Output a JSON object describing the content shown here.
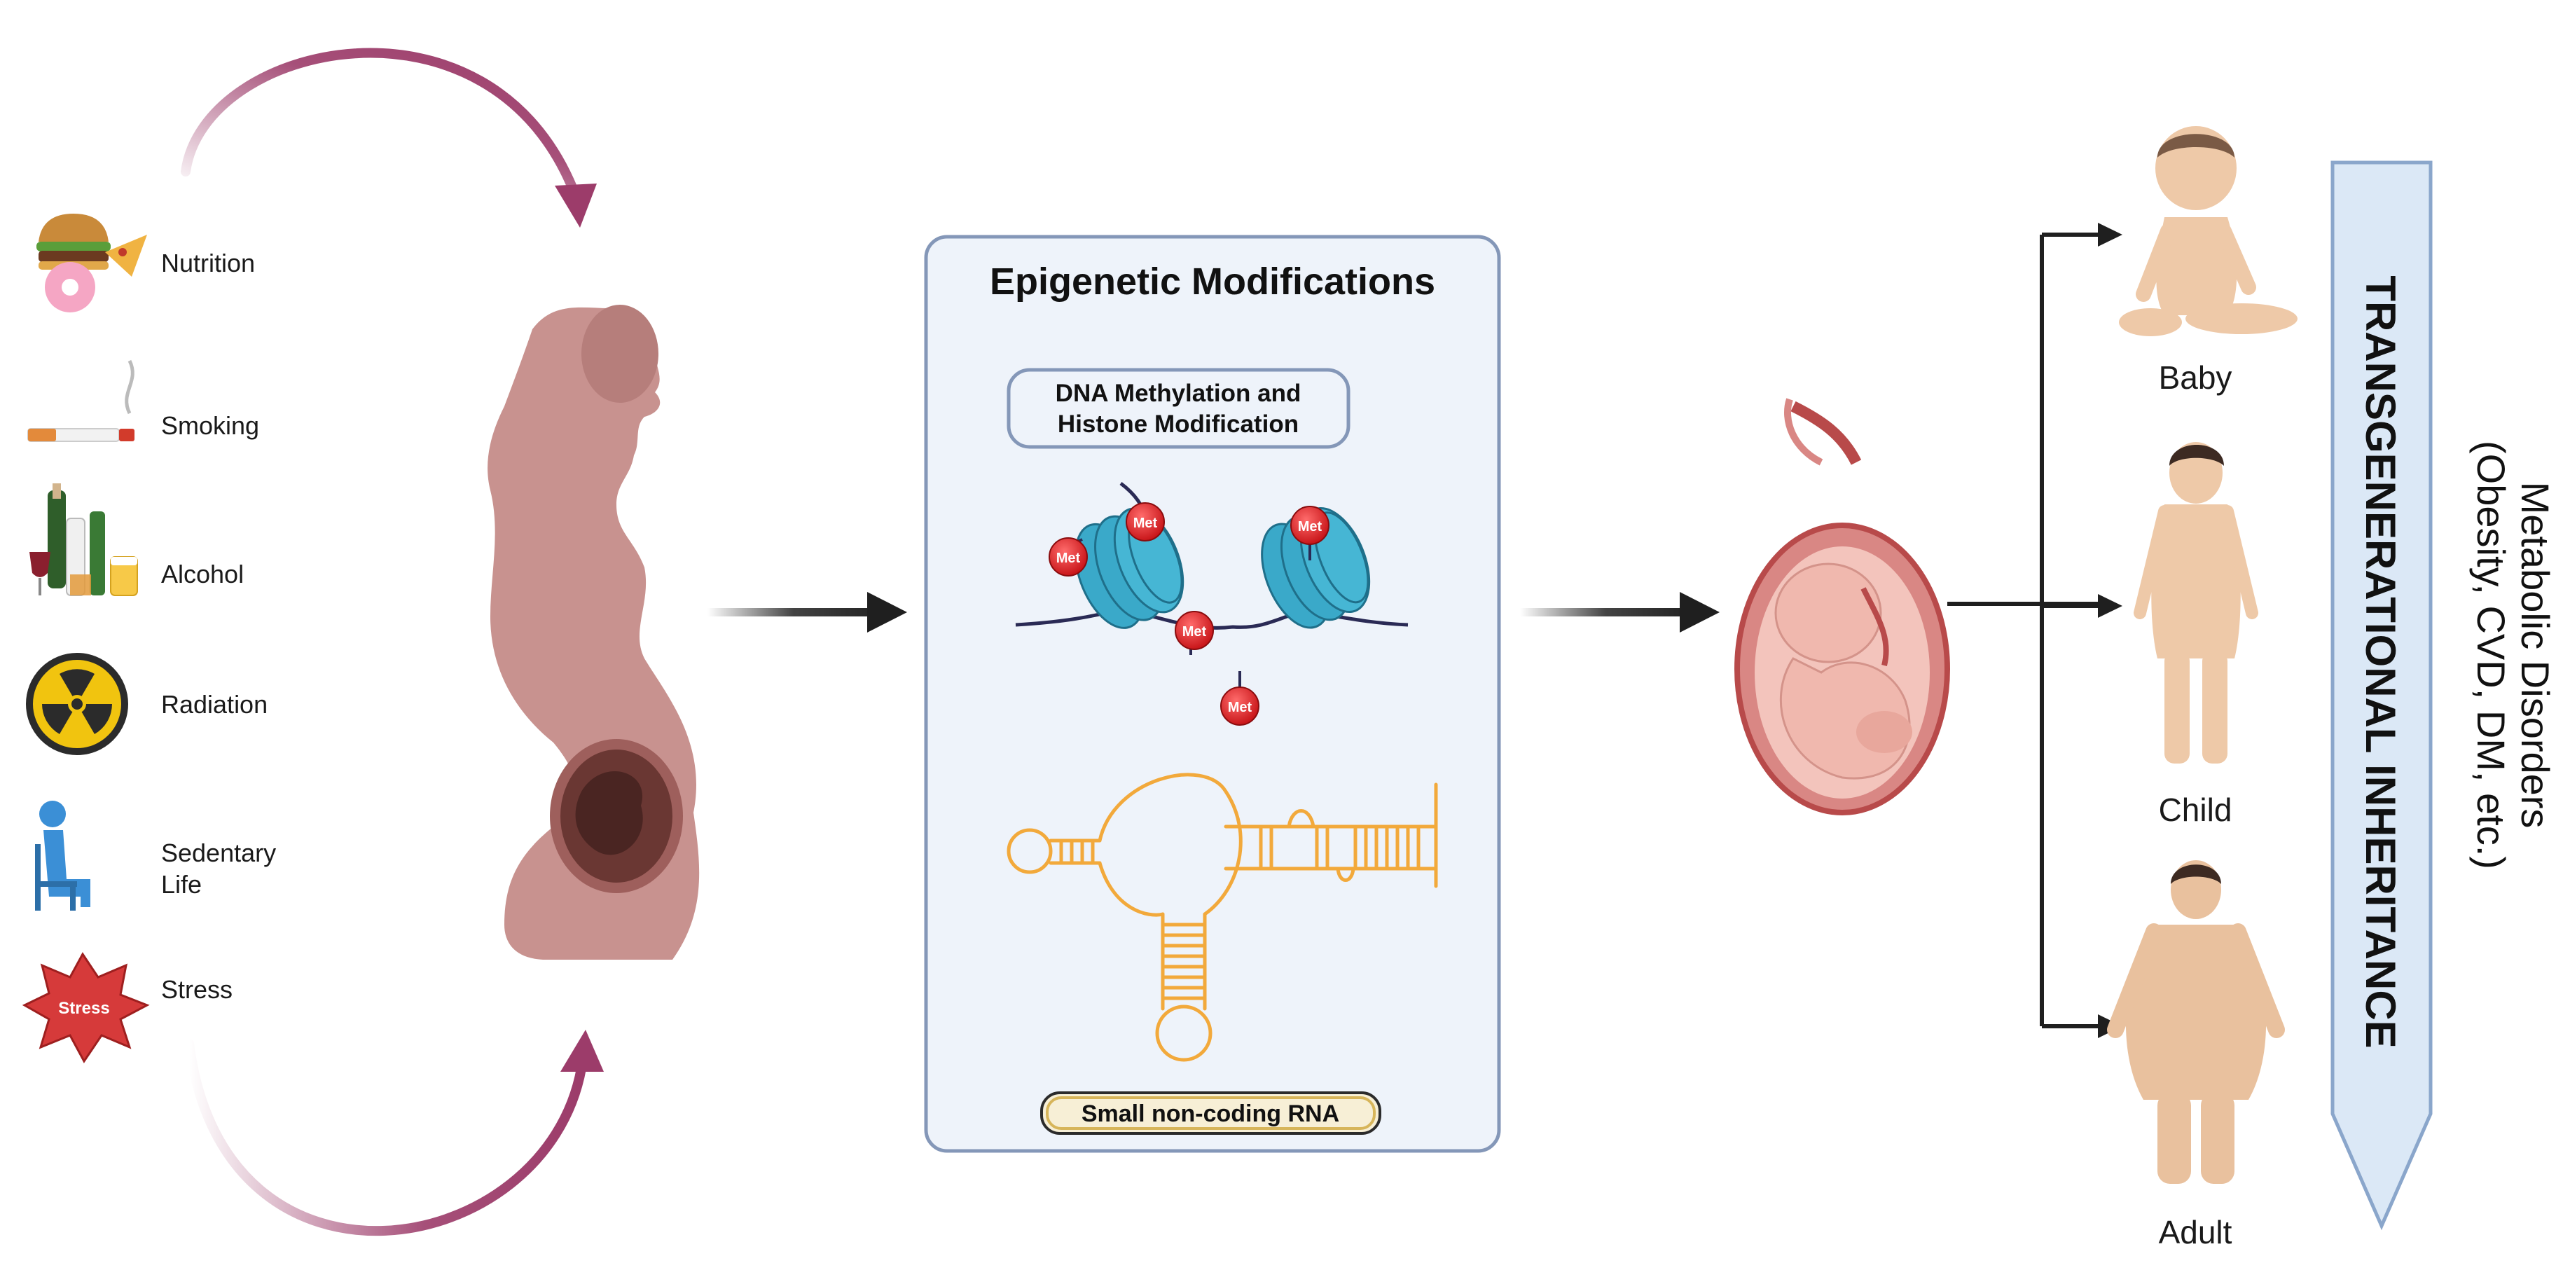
{
  "factors": [
    {
      "label": "Nutrition",
      "icon": "food-icon"
    },
    {
      "label": "Smoking",
      "icon": "cigarette-icon"
    },
    {
      "label": "Alcohol",
      "icon": "bottles-icon"
    },
    {
      "label": "Radiation",
      "icon": "radiation-icon"
    },
    {
      "label_line1": "Sedentary",
      "label_line2": "Life",
      "icon": "sitting-person-icon"
    },
    {
      "label": "Stress",
      "icon": "stress-burst-icon",
      "badge": "Stress"
    }
  ],
  "epigenetics": {
    "title": "Epigenetic Modifications",
    "dna_label_line1": "DNA Methylation and",
    "dna_label_line2": "Histone Modification",
    "met_tag": "Met",
    "rna_label": "Small non-coding RNA"
  },
  "offspring": [
    {
      "label": "Baby",
      "icon": "baby-icon"
    },
    {
      "label": "Child",
      "icon": "child-icon"
    },
    {
      "label": "Adult",
      "icon": "adult-icon"
    }
  ],
  "inheritance_label": "TRANSGENERATIONAL INHERITANCE",
  "disorders_line1": "Metabolic Disorders",
  "disorders_line2": "(Obesity, CVD, DM, etc.)",
  "colors": {
    "cycle_arrow": "#9c3c6a",
    "skin": "#c8928f",
    "panel_bg": "#eef3fa",
    "panel_border": "#8497b8",
    "nucleosome": "#3aa9c9",
    "met_red": "#d9191c",
    "rna_orange": "#f2a93b",
    "banner_fill": "#dbe8f6",
    "banner_border": "#8aa6cb"
  }
}
